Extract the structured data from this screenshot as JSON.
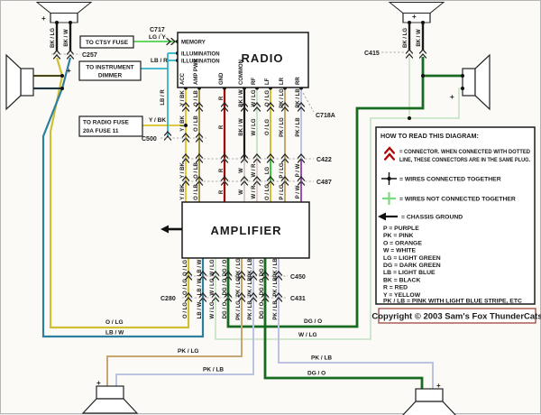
{
  "titles": {
    "radio": "RADIO",
    "amplifier": "AMPLIFIER"
  },
  "boxes": {
    "ctsy": "TO CTSY FUSE",
    "dimmer1": "TO INSTRUMENT",
    "dimmer2": "DIMMER",
    "fuse1": "TO RADIO FUSE",
    "fuse2": "20A FUSE 11"
  },
  "radio_pins": {
    "left": [
      "MEMORY",
      "ILLUMINATION",
      "ILLUMINATION"
    ],
    "bottom": [
      "ACC",
      "AMP PWR",
      "GND",
      "COMMON",
      "RF",
      "LF",
      "LR",
      "RR"
    ]
  },
  "connector_labels": {
    "c717": "C717",
    "c257": "C257",
    "c500": "C500",
    "c718a": "C718A",
    "c422": "C422",
    "c487": "C487",
    "c450": "C450",
    "c431": "C431",
    "c280": "C280",
    "c415": "C415"
  },
  "feed_labels": {
    "lg_y": "LG / Y",
    "lb_r": "LB / R",
    "lb_r_v": "LB / R",
    "y_bk": "Y / BK"
  },
  "radio_rows": {
    "r1": [
      "Y / BK",
      "O / LB",
      "R",
      "BK / W",
      "W / LG",
      "O / LG",
      "PK / LG",
      "PK / LB"
    ],
    "r2": [
      "Y / BK",
      "O / LB",
      "R",
      "BK / W",
      "W / LG",
      "O / LG",
      "PK / LG",
      "PK / LB"
    ],
    "r3": [
      "Y / BK",
      "O / LB",
      "R",
      "W",
      "W / R",
      "LG",
      "P / LG",
      "P / W"
    ],
    "r4": [
      "Y / BK",
      "O / LB",
      "R",
      "W",
      "W / R",
      "O / LG",
      "P / LG",
      "P / W"
    ]
  },
  "amp_rows": {
    "a": [
      "O / LG",
      "LB / W",
      "W / LG",
      "DG / O",
      "PK / LG",
      "PK / LB",
      "DG / O",
      "PK / LB"
    ],
    "b": [
      "O / LG",
      "LB / W",
      "W / LG",
      "DG / O",
      "PK / LG",
      "PK / LB",
      "DG / O",
      "PK / LB"
    ],
    "c": [
      "O / LG",
      "LB / W",
      "W / LG",
      "DG / O",
      "PK / LG",
      "PK / LB",
      "DG / O",
      "PK / LB"
    ]
  },
  "route_labels": {
    "left_olg": "O / LG",
    "left_lbw": "LB / W",
    "right_dgo": "DG / O",
    "right_wlg": "W / LG",
    "bl_pklg": "PK / LG",
    "bl_pklb": "PK / LB",
    "br_pklb": "PK / LB",
    "br_dgo": "DG / O"
  },
  "speakers": {
    "tl_pos": "BK / LG",
    "tl_neg": "BK / W",
    "tr_pos": "BK / LG",
    "tr_neg": "BK / W",
    "plus": "+"
  },
  "legend": {
    "title": "HOW TO READ THIS DIAGRAM:",
    "connector_line1": "= CONNECTOR. WHEN CONNECTED WITH DOTTED",
    "connector_line2": "LINE, THESE CONNECTORS ARE IN THE SAME PLUG.",
    "wires_connected": "= WIRES CONNECTED TOGETHER",
    "wires_not_connected": "= WIRES NOT CONNECTED TOGETHER",
    "chassis_ground": "= CHASSIS GROUND",
    "colors": [
      "P = PURPLE",
      "PK = PINK",
      "O = ORANGE",
      "W = WHITE",
      "LG = LIGHT GREEN",
      "DG = DARK GREEN",
      "LB = LIGHT BLUE",
      "BK = BLACK",
      "R = RED",
      "Y = YELLOW",
      "PK / LB = PINK WITH LIGHT BLUE STRIPE, ETC"
    ]
  },
  "copyright": "Copyright © 2003 Sam's Fox ThunderCats",
  "palette": {
    "y_bk": "#dcc93c",
    "o_lb": "#a59544",
    "r": "#a00000",
    "bk_w": "#1a1a1a",
    "w": "#c9c9c9",
    "w_lg": "#c3e2c3",
    "o_lg": "#cfc033",
    "lg": "#35cc35",
    "pk_lg": "#c7a671",
    "pk_lb": "#bcc3e2",
    "p_w": "#9a4fb5",
    "w_r": "#dfc6c6",
    "lb_w": "#2d7f9d",
    "dg_o": "#176b21",
    "lb_r": "#2fb3c9",
    "lg_y": "#63d863",
    "black": "#1a1a1a",
    "title_red": "#8b0000",
    "copyright_red": "#a0453c",
    "connector_red": "#b00000",
    "legend_green": "#7ed87e",
    "dot": "#111111"
  }
}
